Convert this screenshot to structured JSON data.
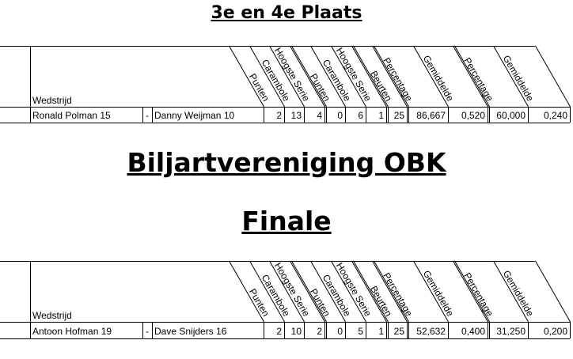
{
  "titles": {
    "subtitle": "3e en 4e Plaats",
    "club": "Biljartvereniging OBK",
    "final": "Finale"
  },
  "column_headers": [
    "Punten",
    "Carambole",
    "Hoogste Serie",
    "Punten",
    "Carambole",
    "Hoogste Serie",
    "Beurten",
    "Percentage",
    "Gemiddelde",
    "Percentage",
    "Gemiddelde"
  ],
  "match_label": "Wedstrijd",
  "tables": [
    {
      "player1": "Ronald Polman 15",
      "sep": "-",
      "player2": "Danny Weijman 10",
      "values": [
        "2",
        "13",
        "4",
        "0",
        "6",
        "1",
        "25",
        "86,667",
        "0,520",
        "60,000",
        "0,240"
      ]
    },
    {
      "player1": "Antoon Hofman 19",
      "sep": "-",
      "player2": "Dave Snijders 16",
      "values": [
        "2",
        "10",
        "2",
        "0",
        "5",
        "1",
        "25",
        "52,632",
        "0,400",
        "31,250",
        "0,200"
      ]
    }
  ]
}
